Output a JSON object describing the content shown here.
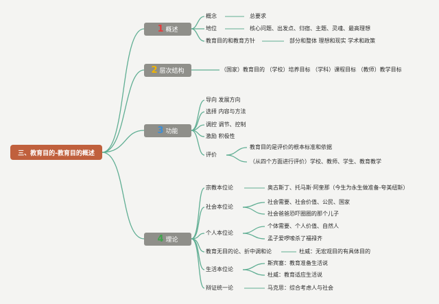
{
  "root": {
    "label": "三、教育目的-教育目的概述"
  },
  "branches": [
    {
      "num": "1",
      "label": "概述",
      "num_color": "#e63b3b",
      "items": [
        {
          "label": "概念",
          "detail": "总要求"
        },
        {
          "label": "地位",
          "detail": "核心问题、出发点、归宿、主题、灵魂、最高理想"
        },
        {
          "label": "教育目的和教育方针",
          "detail": "部分和整体 理想和现实 学术和政策"
        }
      ]
    },
    {
      "num": "2",
      "label": "层次结构",
      "num_color": "#f0b400",
      "detail": "（国家）教育目的 （学校）培养目标 （学科）课程目标 （教师）教学目标"
    },
    {
      "num": "3",
      "label": "功能",
      "num_color": "#3d8fd6",
      "items": [
        {
          "label": "导向 发展方向"
        },
        {
          "label": "选择 内容与方法"
        },
        {
          "label": "调控 调节、控制"
        },
        {
          "label": "激励 积极性"
        },
        {
          "label": "评价",
          "subs": [
            "教育目的是评价的根本标准和依据",
            "（从四个方面进行评价）学校、教师、学生、教育教学"
          ]
        }
      ]
    },
    {
      "num": "4",
      "label": "理论",
      "num_color": "#3fa34d",
      "items": [
        {
          "label": "宗教本位论",
          "subs": [
            "奥古斯丁、托马斯·阿奎那（今生为永生做准备-夸美纽斯）"
          ]
        },
        {
          "label": "社会本位论",
          "subs": [
            "社会需要、社会价值、公民、国家",
            "社会爸爸恐吓圈圈的那个儿子"
          ]
        },
        {
          "label": "个人本位论",
          "subs": [
            "个体需要、个人价值、自然人",
            "孟子爱啰嗦杀了福禄齐"
          ]
        },
        {
          "label": "教育无目的论、折中调和论",
          "subs": [
            "杜威：无宏观目的有具体目的"
          ]
        },
        {
          "label": "生活本位论",
          "subs": [
            "斯宾塞：教育准备生活说",
            "杜威：教育适应生活说"
          ]
        },
        {
          "label": "辩证统一论",
          "subs": [
            "马克思：综合考虑人与社会"
          ]
        }
      ]
    }
  ]
}
